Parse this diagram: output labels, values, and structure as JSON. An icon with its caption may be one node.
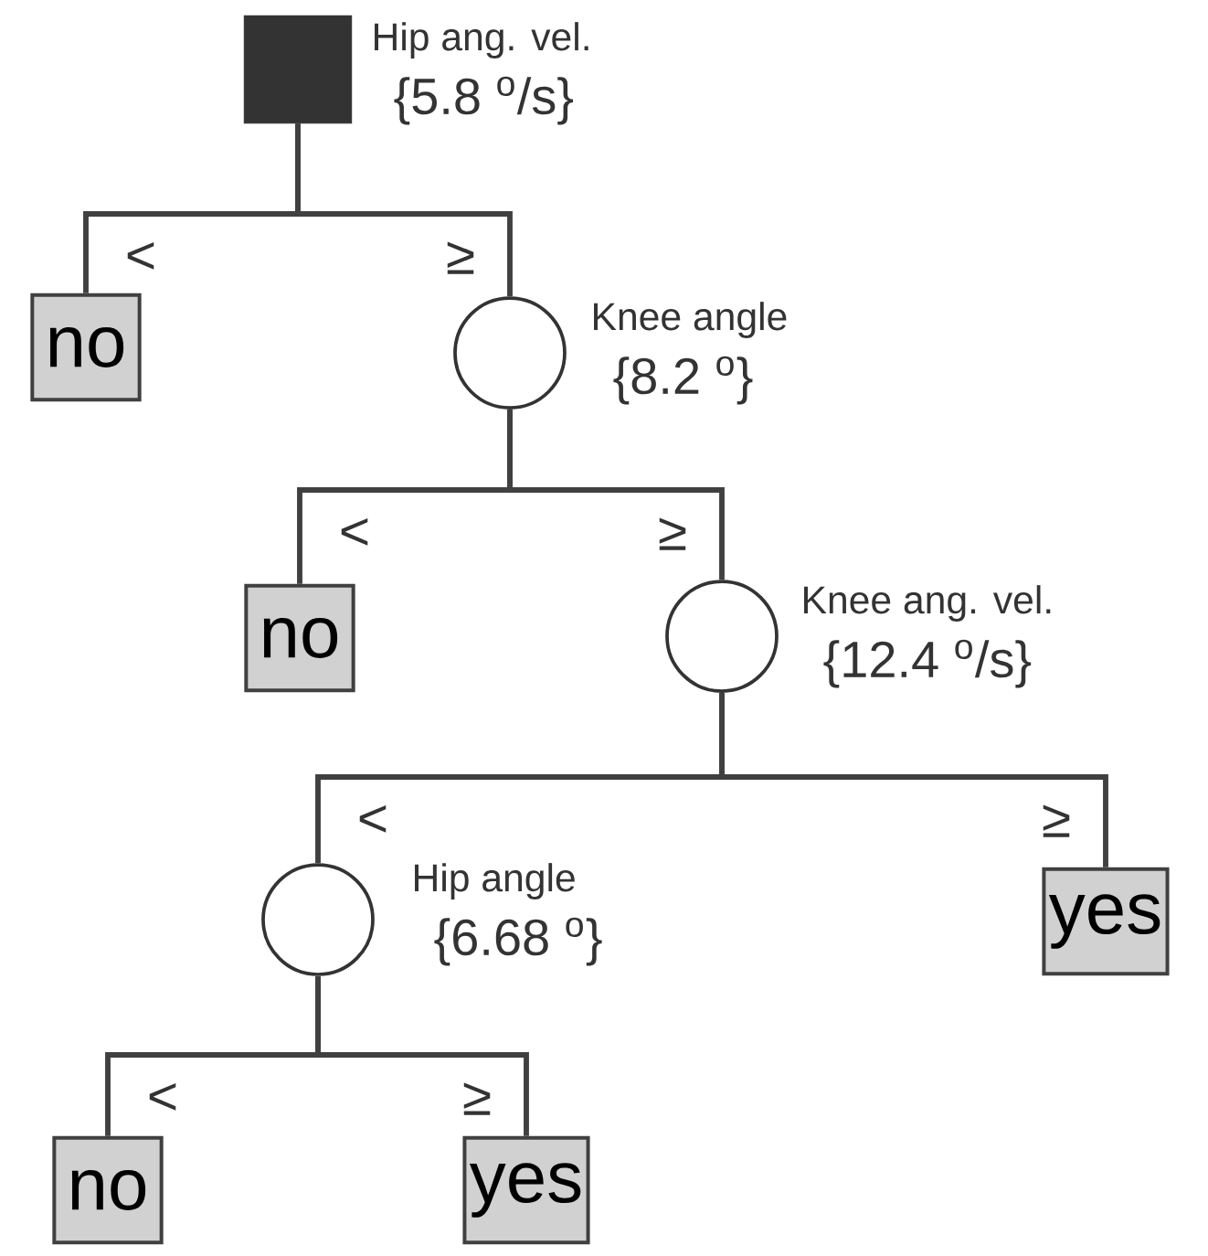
{
  "diagram": {
    "nodes": [
      {
        "text": [],
        "shape": "box",
        "beside": [
          "Hip ang. vel.",
          "{5.8 $^{o}$/s}"
        ]
      },
      {
        "text": [
          "no"
        ]
      },
      {
        "text": [],
        "shape": "circle",
        "beside": [
          "Knee angle",
          "{8.2 $^{o}$}"
        ]
      },
      {
        "text": [
          "no"
        ]
      },
      {
        "text": [],
        "shape": "circle",
        "beside": [
          "Knee ang. vel.",
          "{12.4 $^{o}$/s}"
        ]
      },
      {
        "text": [],
        "shape": "circle",
        "beside": [
          "Hip angle",
          "{6.68 $^{o}$}"
        ]
      },
      {
        "text": [
          "yes"
        ]
      },
      {
        "text": [
          "no"
        ]
      },
      {
        "text": [
          "yes"
        ]
      }
    ],
    "edges": [
      {
        "from": 0,
        "to": 1,
        "arrow": "none",
        "label": "<"
      },
      {
        "from": 0,
        "to": 2,
        "arrow": "none",
        "label": "≥"
      },
      {
        "from": 2,
        "to": 3,
        "arrow": "none",
        "label": "<"
      },
      {
        "from": 2,
        "to": 4,
        "arrow": "none",
        "label": "≥"
      },
      {
        "from": 4,
        "to": 5,
        "arrow": "none",
        "label": "<"
      },
      {
        "from": 4,
        "to": 6,
        "arrow": "none",
        "label": "≥"
      },
      {
        "from": 5,
        "to": 7,
        "arrow": "none",
        "label": "<"
      },
      {
        "from": 5,
        "to": 8,
        "arrow": "none",
        "label": "≥"
      }
    ]
  }
}
